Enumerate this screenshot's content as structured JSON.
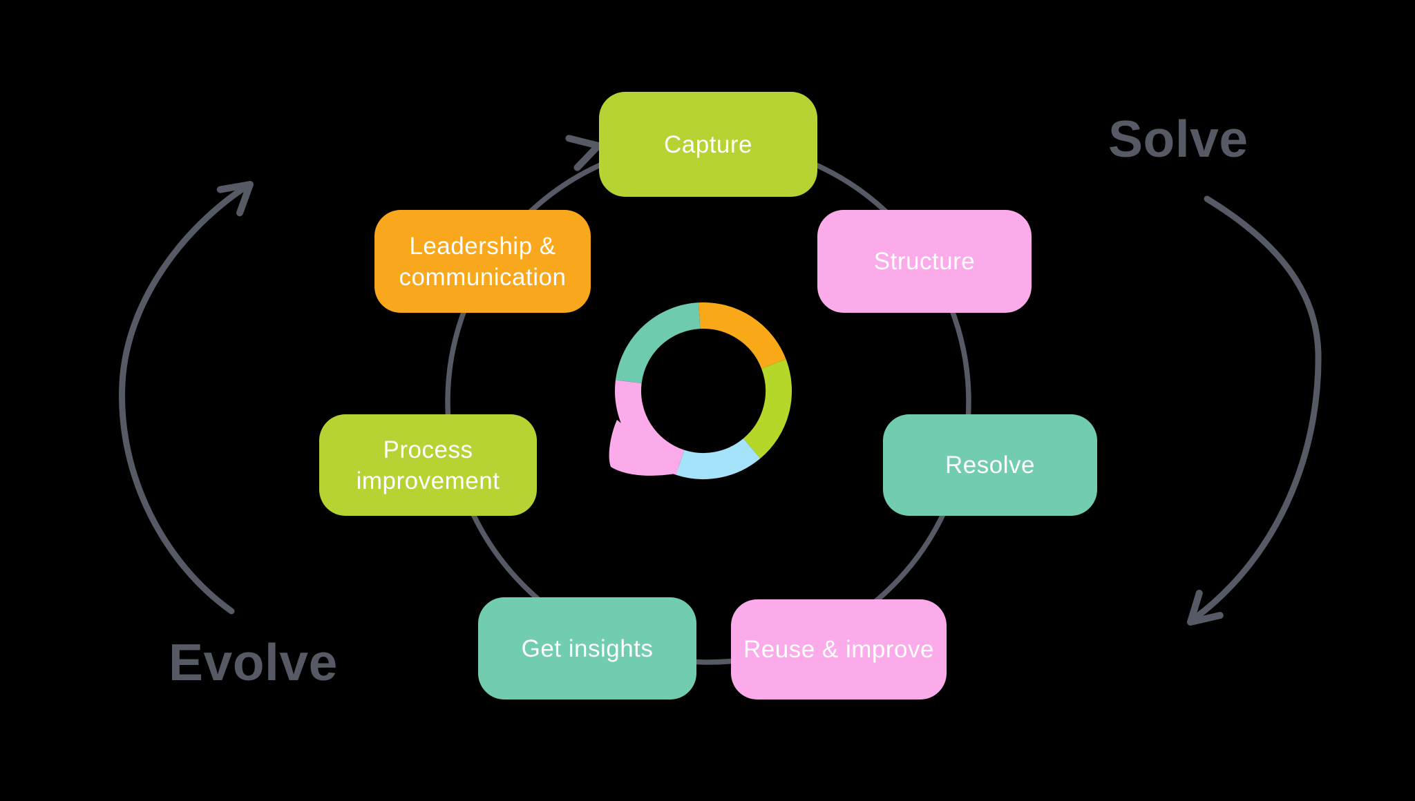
{
  "title": "Knowledge cycle diagram",
  "background": "#000000",
  "phases": {
    "solve_label": "Solve",
    "evolve_label": "Evolve",
    "label_color": "#565a64"
  },
  "cycle": {
    "text_color": "#ffffff",
    "steps": [
      {
        "label": "Capture",
        "color": "#b5d434"
      },
      {
        "label": "Structure",
        "color": "#fbabe9"
      },
      {
        "label": "Resolve",
        "color": "#71ccb0"
      },
      {
        "label": "Reuse & improve",
        "color": "#fbabe9"
      },
      {
        "label": "Get insights",
        "color": "#71ccb0"
      },
      {
        "label": "Process improvement",
        "color": "#b5d434"
      },
      {
        "label": "Leadership & communication",
        "color": "#f9a81d"
      }
    ]
  },
  "arrows": {
    "color": "#565a64"
  },
  "logo": {
    "description": "segmented speech-bubble ring",
    "segments": [
      {
        "name": "orange",
        "color": "#f9a917"
      },
      {
        "name": "lime",
        "color": "#b4d72a"
      },
      {
        "name": "light-blue",
        "color": "#a5e3fa"
      },
      {
        "name": "pink",
        "color": "#fbabe9"
      },
      {
        "name": "teal",
        "color": "#6fcbb0"
      }
    ]
  }
}
